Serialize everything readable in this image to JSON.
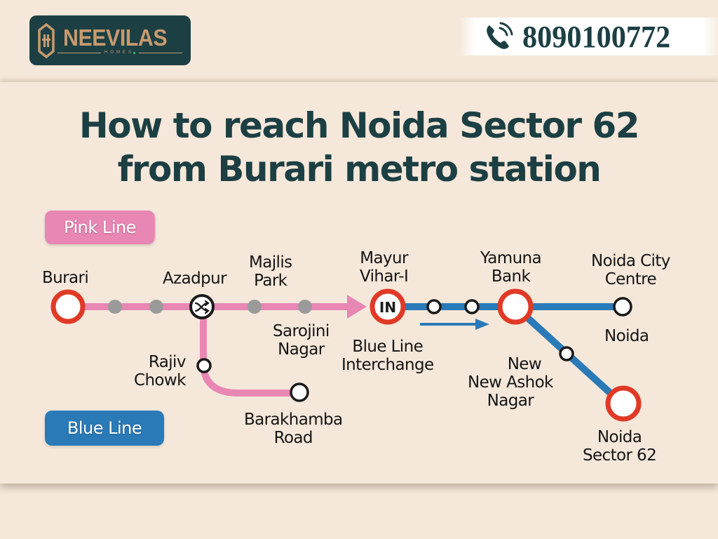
{
  "header": {
    "logo": {
      "name": "NEEVILAS",
      "subtitle": "HOMES",
      "icon": "house-hexagon-logo-icon"
    },
    "phone": {
      "icon": "phone-ringing-icon",
      "number": "8090100772"
    }
  },
  "title": {
    "line1": "How to reach Noida Sector 62",
    "line2": "from Burari metro station"
  },
  "legend": {
    "pink_line": {
      "label": "Pink Line",
      "color": "#e887b4"
    },
    "blue_line": {
      "label": "Blue Line",
      "color": "#2b7ab8"
    }
  },
  "colors": {
    "brand_dark": "#1c3f43",
    "brand_gold": "#c89a6e",
    "background": "#f5e8da",
    "pink_line": "#e887b4",
    "blue_line": "#2b7ab8",
    "terminal_ring": "#e03a26",
    "intermediate_dot": "#9a9a9a"
  },
  "stations": {
    "burari": {
      "line1": "Burari",
      "line2": "",
      "type": "terminal"
    },
    "azadpur": {
      "line1": "Azadpur",
      "line2": "",
      "type": "interchange",
      "icon": "shuffle-interchange-icon"
    },
    "majlis_park": {
      "line1": "Majlis",
      "line2": "Park",
      "type": "label"
    },
    "sarojini_nagar": {
      "line1": "Sarojini",
      "line2": "Nagar",
      "type": "label"
    },
    "rajiv_chowk": {
      "line1": "Rajiv",
      "line2": "Chowk",
      "type": "station"
    },
    "barakhamba_road": {
      "line1": "Barakhamba",
      "line2": "Road",
      "type": "station"
    },
    "mayur_vihar": {
      "line1": "Mayur",
      "line2": "Vihar-I",
      "type": "interchange",
      "badge": "IN"
    },
    "blue_line_interchange": {
      "line1": "Blue Line",
      "line2": "Interchange"
    },
    "yamuna_bank": {
      "line1": "Yamuna",
      "line2": "Bank",
      "type": "major"
    },
    "noida_city_centre": {
      "line1": "Noida City",
      "line2": "Centre",
      "type": "station"
    },
    "noida": {
      "line1": "Noida",
      "line2": ""
    },
    "new_ashok_nagar": {
      "line1": "New",
      "line2": "New Ashok",
      "line3": "Nagar",
      "type": "station"
    },
    "noida_sector_62": {
      "line1": "Noida",
      "line2": "Sector 62",
      "type": "terminal"
    }
  }
}
